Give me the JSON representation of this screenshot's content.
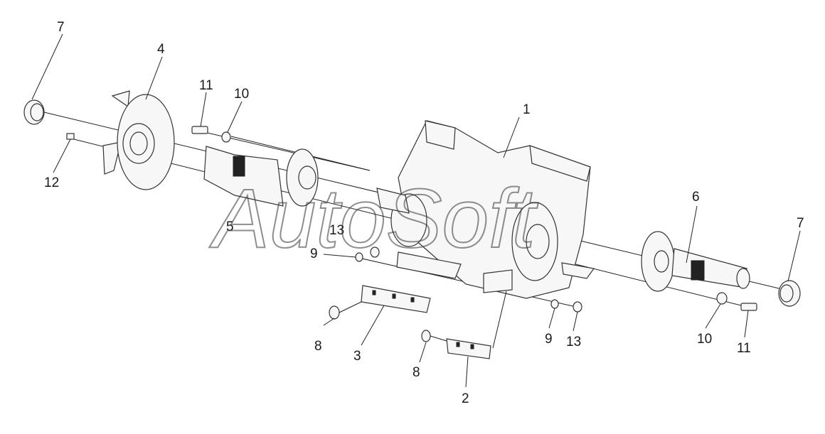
{
  "watermark": "AutoSoft",
  "callouts": {
    "c1": "1",
    "c2": "2",
    "c3": "3",
    "c4": "4",
    "c5": "5",
    "c6": "6",
    "c7a": "7",
    "c7b": "7",
    "c8a": "8",
    "c8b": "8",
    "c9a": "9",
    "c9b": "9",
    "c10a": "10",
    "c10b": "10",
    "c11a": "11",
    "c11b": "11",
    "c12": "12",
    "c13a": "13",
    "c13b": "13"
  }
}
